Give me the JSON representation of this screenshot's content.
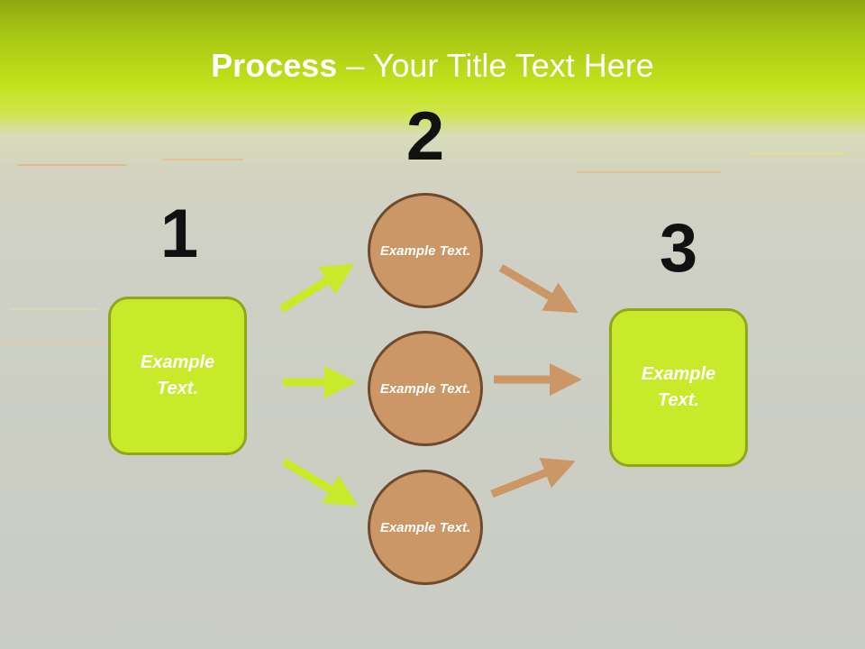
{
  "title": {
    "bold": "Process",
    "rest": " – Your Title Text Here"
  },
  "steps": {
    "one": "1",
    "two": "2",
    "three": "3"
  },
  "nodes": {
    "left_box": "Example Text.",
    "circle_top": "Example Text.",
    "circle_mid": "Example Text.",
    "circle_bottom": "Example Text.",
    "right_box": "Example Text."
  },
  "colors": {
    "green_arrow": "#c8ea2a",
    "tan_arrow": "#cc9766",
    "box": "#c8ea2a",
    "circle": "#cc9766"
  }
}
